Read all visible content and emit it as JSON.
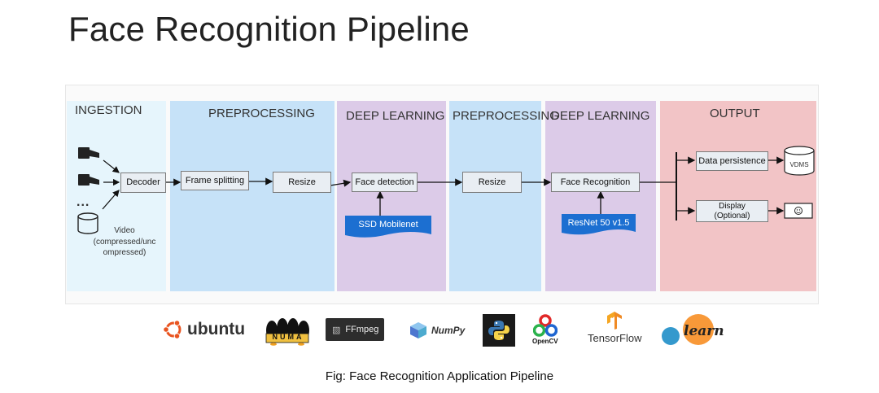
{
  "title": "Face Recognition Pipeline",
  "stages": {
    "ingestion": "INGESTION",
    "preprocessing1": "PREPROCESSING",
    "deep_learning1": "DEEP LEARNING",
    "preprocessing2": "PREPROCESSING",
    "deep_learning2": "DEEP LEARNING",
    "output": "OUTPUT"
  },
  "nodes": {
    "decoder": "Decoder",
    "frame_splitting": "Frame splitting",
    "resize1": "Resize",
    "face_detection": "Face detection",
    "resize2": "Resize",
    "face_recognition": "Face Recognition",
    "data_persistence": "Data persistence",
    "vdms": "VDMS",
    "display": "Display\n(Optional)",
    "ssd_mobilenet": "SSD Mobilenet",
    "resnet": "ResNet 50 v1.5",
    "video_label": "Video\n(compressed/unc\nompressed)",
    "ellipsis": "..."
  },
  "logos": {
    "ubuntu": "ubuntu",
    "numa": "NUMA",
    "ffmpeg": "FFmpeg",
    "numpy": "NumPy",
    "opencv": "OpenCV",
    "tensorflow": "TensorFlow",
    "sklearn": "learn"
  },
  "caption": "Fig: Face Recognition Application Pipeline",
  "colors": {
    "ingestion": "#e6f5fc",
    "preprocessing": "#c6e2f8",
    "deep_learning": "#dccbe8",
    "output": "#f2c4c6",
    "model_tag": "#1c6fd1"
  }
}
